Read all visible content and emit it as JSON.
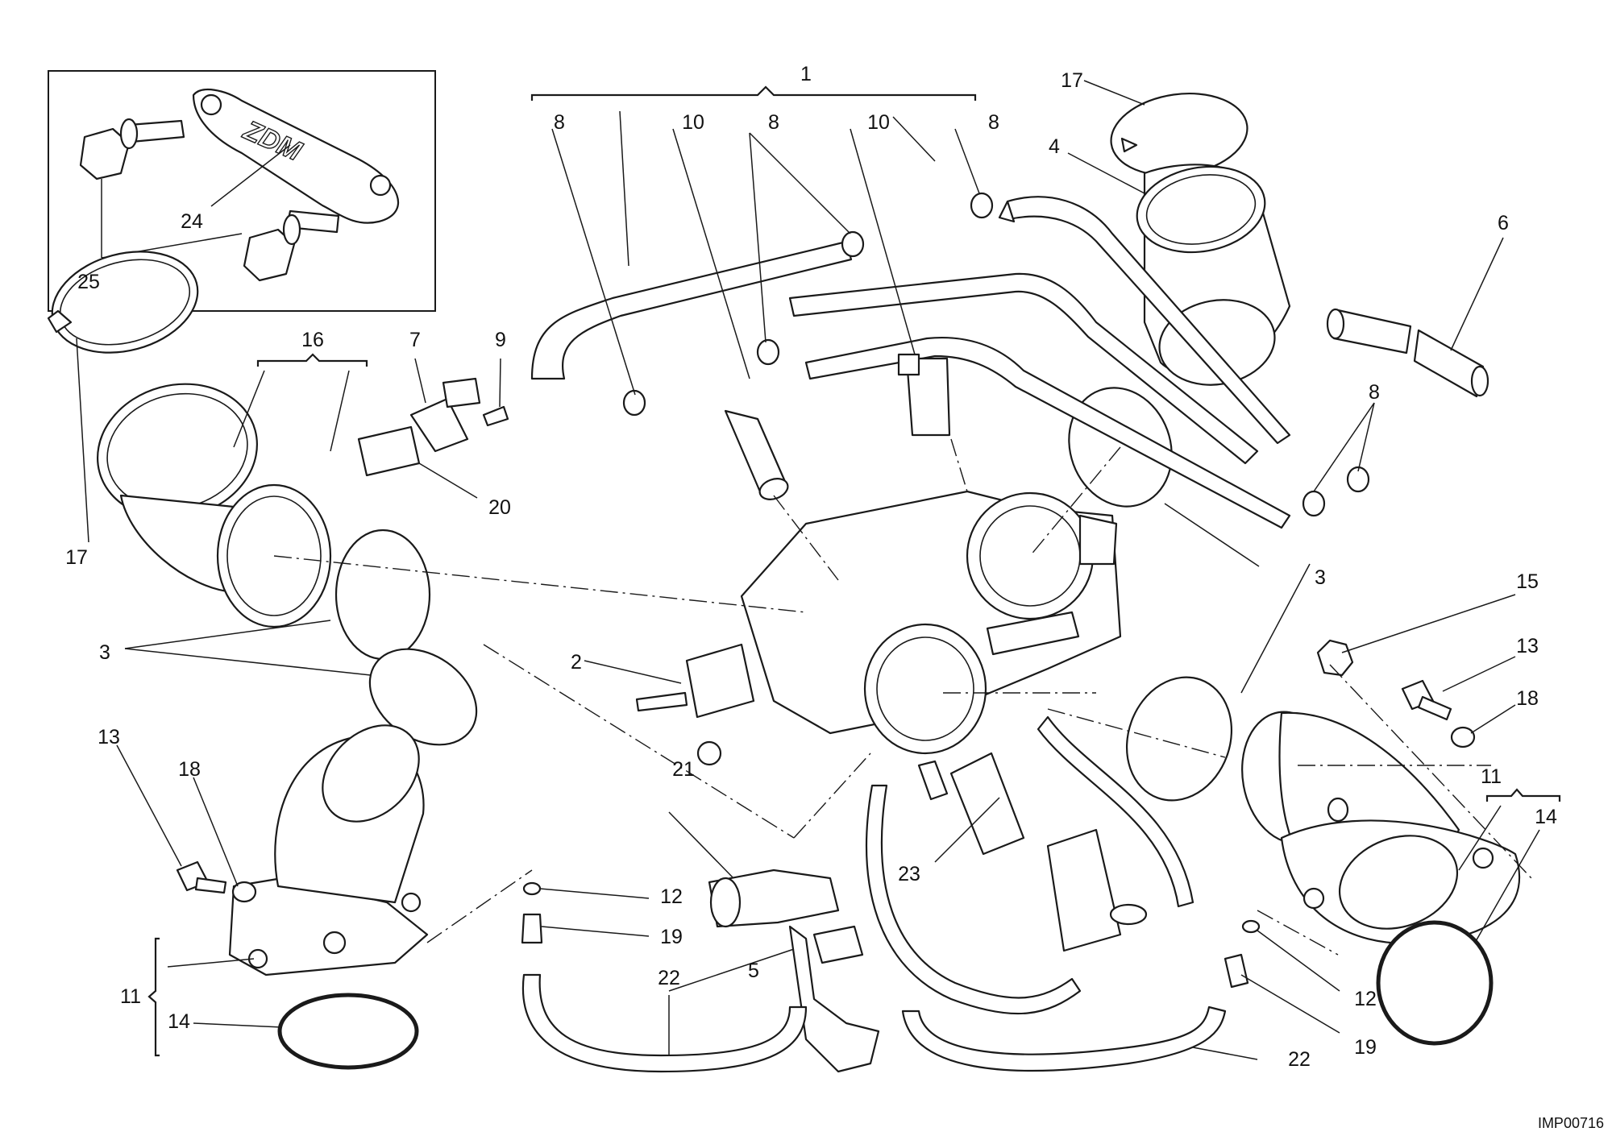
{
  "diagram": {
    "reference_code": "IMP00716",
    "tool_stamp": "ZDM",
    "callouts": {
      "c1": "1",
      "c2": "2",
      "c3a": "3",
      "c3b": "3",
      "c4": "4",
      "c5": "5",
      "c6": "6",
      "c7": "7",
      "c8a": "8",
      "c8b": "8",
      "c8c": "8",
      "c8d": "8",
      "c9": "9",
      "c10a": "10",
      "c10b": "10",
      "c11a": "11",
      "c11b": "11",
      "c12a": "12",
      "c12b": "12",
      "c13a": "13",
      "c13b": "13",
      "c14a": "14",
      "c14b": "14",
      "c15": "15",
      "c16": "16",
      "c17a": "17",
      "c17b": "17",
      "c18a": "18",
      "c18b": "18",
      "c19a": "19",
      "c19b": "19",
      "c20": "20",
      "c21": "21",
      "c22a": "22",
      "c22b": "22",
      "c23": "23",
      "c24": "24",
      "c25": "25"
    }
  }
}
